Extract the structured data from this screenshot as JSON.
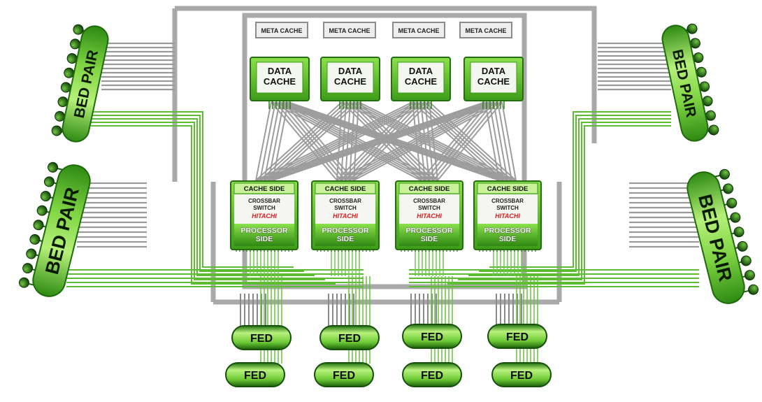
{
  "meta_caches": [
    "META CACHE",
    "META CACHE",
    "META CACHE",
    "META CACHE"
  ],
  "data_caches": [
    {
      "line1": "DATA",
      "line2": "CACHE"
    },
    {
      "line1": "DATA",
      "line2": "CACHE"
    },
    {
      "line1": "DATA",
      "line2": "CACHE"
    },
    {
      "line1": "DATA",
      "line2": "CACHE"
    }
  ],
  "crossbar_switches": [
    {
      "cache_side": "CACHE SIDE",
      "line1": "CROSSBAR",
      "line2": "SWITCH",
      "brand": "HITACHI",
      "proc1": "PROCESSOR",
      "proc2": "SIDE"
    },
    {
      "cache_side": "CACHE SIDE",
      "line1": "CROSSBAR",
      "line2": "SWITCH",
      "brand": "HITACHI",
      "proc1": "PROCESSOR",
      "proc2": "SIDE"
    },
    {
      "cache_side": "CACHE SIDE",
      "line1": "CROSSBAR",
      "line2": "SWITCH",
      "brand": "HITACHI",
      "proc1": "PROCESSOR",
      "proc2": "SIDE"
    },
    {
      "cache_side": "CACHE SIDE",
      "line1": "CROSSBAR",
      "line2": "SWITCH",
      "brand": "HITACHI",
      "proc1": "PROCESSOR",
      "proc2": "SIDE"
    }
  ],
  "bed_pairs": [
    "BED PAIR",
    "BED PAIR",
    "BED PAIR",
    "BED PAIR"
  ],
  "feds_row1": [
    "FED",
    "FED",
    "FED",
    "FED"
  ],
  "feds_row2": [
    "FED",
    "FED",
    "FED",
    "FED"
  ],
  "colors": {
    "frame_gray": "#a9a9a9",
    "green_light": "#b8ef7c",
    "green_mid": "#5ec42a",
    "green_dark": "#1f6b0c",
    "bed_ball": "#1d5a12",
    "brand_red": "#e02020"
  }
}
